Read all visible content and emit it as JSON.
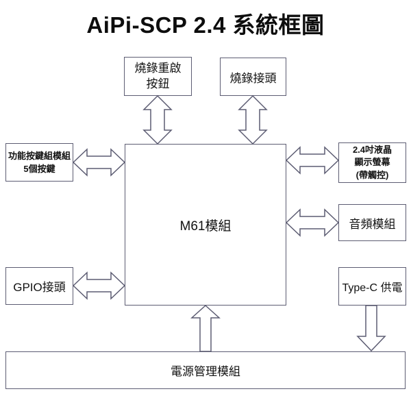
{
  "title": "AiPi-SCP 2.4 系統框圖",
  "colors": {
    "background": "#ffffff",
    "stroke": "#5c5c72",
    "text": "#111111"
  },
  "nodes": {
    "burn_restart": {
      "lines": [
        "燒錄重啟",
        "按鈕"
      ]
    },
    "burn_connector": {
      "label": "燒錄接頭"
    },
    "function_keys": {
      "lines": [
        "功能按鍵組模組",
        "5個按鍵"
      ]
    },
    "gpio": {
      "label": "GPIO接頭"
    },
    "m61": {
      "label": "M61模組"
    },
    "lcd": {
      "lines": [
        "2.4吋液晶",
        "顯示螢幕",
        "(帶觸控)"
      ]
    },
    "audio": {
      "label": "音頻模組"
    },
    "typec": {
      "label": "Type-C 供電"
    },
    "power": {
      "label": "電源管理模組"
    }
  },
  "connections": [
    {
      "from": "燒錄重啟按鈕",
      "to": "M61模組",
      "style": "double-arrow"
    },
    {
      "from": "燒錄接頭",
      "to": "M61模組",
      "style": "double-arrow"
    },
    {
      "from": "功能按鍵組模組 5個按鍵",
      "to": "M61模組",
      "style": "double-arrow"
    },
    {
      "from": "GPIO接頭",
      "to": "M61模組",
      "style": "double-arrow"
    },
    {
      "from": "M61模組",
      "to": "2.4吋液晶顯示螢幕(帶觸控)",
      "style": "double-arrow"
    },
    {
      "from": "M61模組",
      "to": "音頻模組",
      "style": "double-arrow"
    },
    {
      "from": "電源管理模組",
      "to": "M61模組",
      "style": "single-arrow-up"
    },
    {
      "from": "Type-C 供電",
      "to": "電源管理模組",
      "style": "single-arrow-down"
    }
  ]
}
